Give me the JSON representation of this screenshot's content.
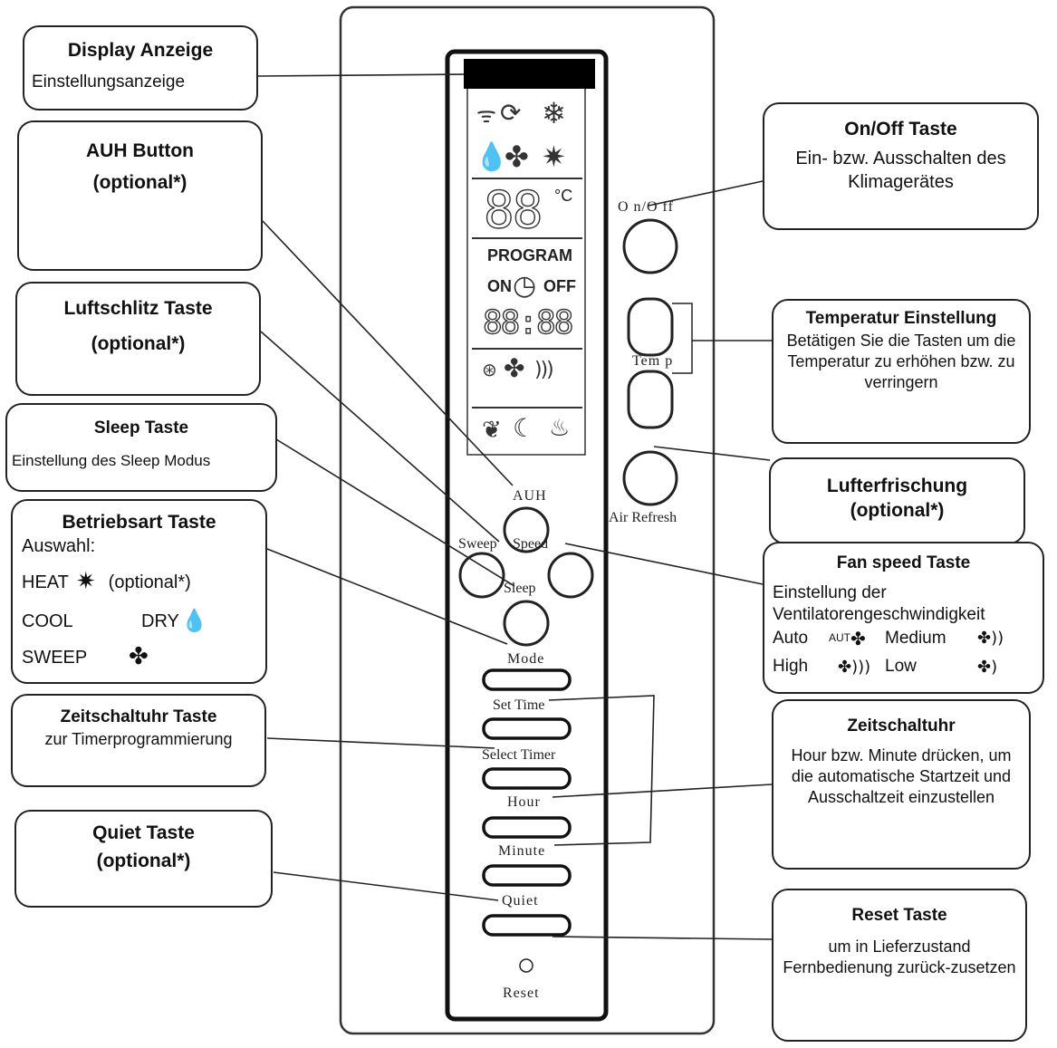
{
  "remote": {
    "on_off_label": "O n/O ff",
    "temp_label": "Tem p",
    "air_refresh_label": "Air Refresh",
    "auh_label": "AUH",
    "sweep_label": "Sweep",
    "speed_label": "Speed",
    "sleep_label": "Sleep",
    "mode_label": "Mode",
    "set_time_label": "Set Time",
    "select_timer_label": "Select Timer",
    "hour_label": "Hour",
    "minute_label": "Minute",
    "quiet_label": "Quiet",
    "reset_label": "Reset",
    "lcd": {
      "temp_digits": "88",
      "temp_unit": "°C",
      "program": "PROGRAM",
      "on": "ON",
      "off": "OFF",
      "time_digits": "88:88"
    }
  },
  "callouts": {
    "display": {
      "title": "Display Anzeige",
      "text": "Einstellungsanzeige"
    },
    "auh": {
      "title": "AUH Button",
      "subtitle": "(optional*)"
    },
    "louver": {
      "title": "Luftschlitz Taste",
      "subtitle": "(optional*)"
    },
    "sleep": {
      "title": "Sleep Taste",
      "text": "Einstellung des Sleep Modus"
    },
    "mode": {
      "title": "Betriebsart Taste",
      "intro": "Auswahl:",
      "heat": "HEAT",
      "heat_note": "(optional*)",
      "cool": "COOL",
      "dry": "DRY",
      "sweep": "SWEEP"
    },
    "timer_key": {
      "title": "Zeitschaltuhr Taste",
      "text": "zur Timerprogrammierung"
    },
    "quiet": {
      "title": "Quiet Taste",
      "subtitle": "(optional*)"
    },
    "onoff": {
      "title": "On/Off Taste",
      "text": "Ein- bzw. Ausschalten des Klimagerätes"
    },
    "temperature": {
      "title": "Temperatur Einstellung",
      "text": "Betätigen Sie die Tasten um die Temperatur zu erhöhen bzw. zu verringern"
    },
    "refresh": {
      "title": "Lufterfrischung",
      "subtitle": "(optional*)"
    },
    "fan": {
      "title": "Fan speed Taste",
      "line1": "Einstellung der",
      "line2": "Ventilatorengeschwindigkeit",
      "auto": "Auto",
      "auto_tag": "AUT",
      "medium": "Medium",
      "high": "High",
      "low": "Low"
    },
    "timer": {
      "title": "Zeitschaltuhr",
      "text": "Hour bzw. Minute drücken, um die automatische Startzeit und Ausschaltzeit einzustellen"
    },
    "reset": {
      "title": "Reset Taste",
      "text": "um in Lieferzustand Fernbedienung zurück-zusetzen"
    }
  },
  "icons": {
    "heat": "sun-icon",
    "dry": "droplet-icon",
    "sweep": "fan-icon",
    "cool": "snowflake-icon"
  }
}
